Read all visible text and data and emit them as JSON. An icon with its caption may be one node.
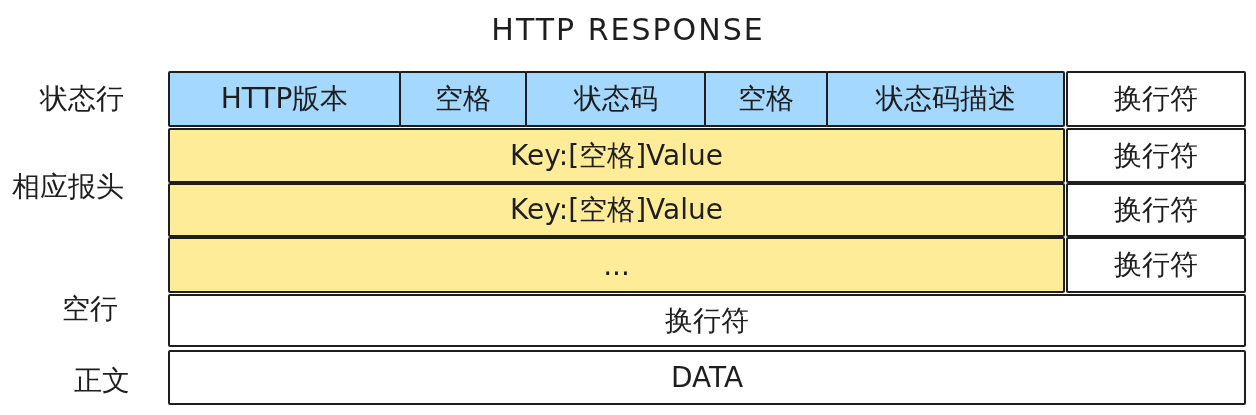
{
  "diagram": {
    "title": "HTTP RESPONSE",
    "nodes": [
      {
        "text": [
          "HTTP版本"
        ]
      },
      {
        "text": [
          "空格"
        ]
      },
      {
        "text": [
          "状态码"
        ]
      },
      {
        "text": [
          "空格"
        ]
      },
      {
        "text": [
          "状态码描述"
        ]
      },
      {
        "text": [
          "换行符"
        ]
      },
      {
        "text": [
          "Key:[空格]Value"
        ]
      },
      {
        "text": [
          "换行符"
        ]
      },
      {
        "text": [
          "Key:[空格]Value"
        ]
      },
      {
        "text": [
          "换行符"
        ]
      },
      {
        "text": [
          "..."
        ]
      },
      {
        "text": [
          "换行符"
        ]
      },
      {
        "text": [
          "换行符"
        ]
      },
      {
        "text": [
          "DATA"
        ]
      }
    ],
    "labels": [
      "状态行",
      "相应报头",
      "空行",
      "正文"
    ]
  }
}
